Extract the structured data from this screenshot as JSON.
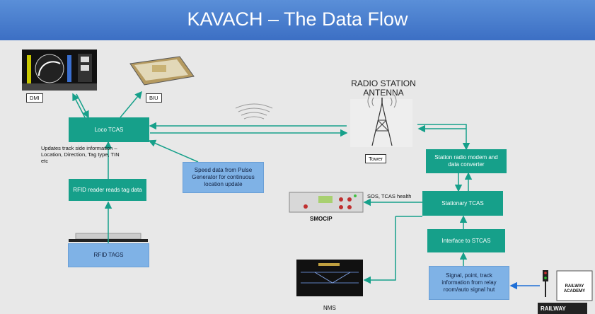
{
  "title": "KAVACH – The Data Flow",
  "boxes": {
    "loco_tcas": "Loco TCAS",
    "rfid_reader": "RFID reader reads tag data",
    "rfid_tags": "RFID TAGS",
    "speed_data": "Speed  data from Pulse Generator for continuous location update",
    "station_modem": "Station radio modem and data converter",
    "stationary_tcas": "Stationary TCAS",
    "interface_stcas": "Interface to STCAS",
    "signal_info": "Signal, point, track information from relay room/auto signal hut"
  },
  "labels": {
    "dmi": "DMI",
    "biu": "BIU",
    "tower": "Tower",
    "smocip": "SMOCIP",
    "nms": "NMS",
    "radio_station_antenna_1": "RADIO STATION",
    "radio_station_antenna_2": "ANTENNA",
    "updates_text": "Updates track side information – Location, Direction, Tag type, TIN etc",
    "sos_text": "SOS, TCAS health",
    "academy_1": "RAILWAY",
    "academy_2": "ACADEMY",
    "academy_3": "RAILWAY"
  },
  "colors": {
    "teal": "#16a08a",
    "arrow": "#16a08a",
    "title_bar": "#3c6fc4"
  }
}
